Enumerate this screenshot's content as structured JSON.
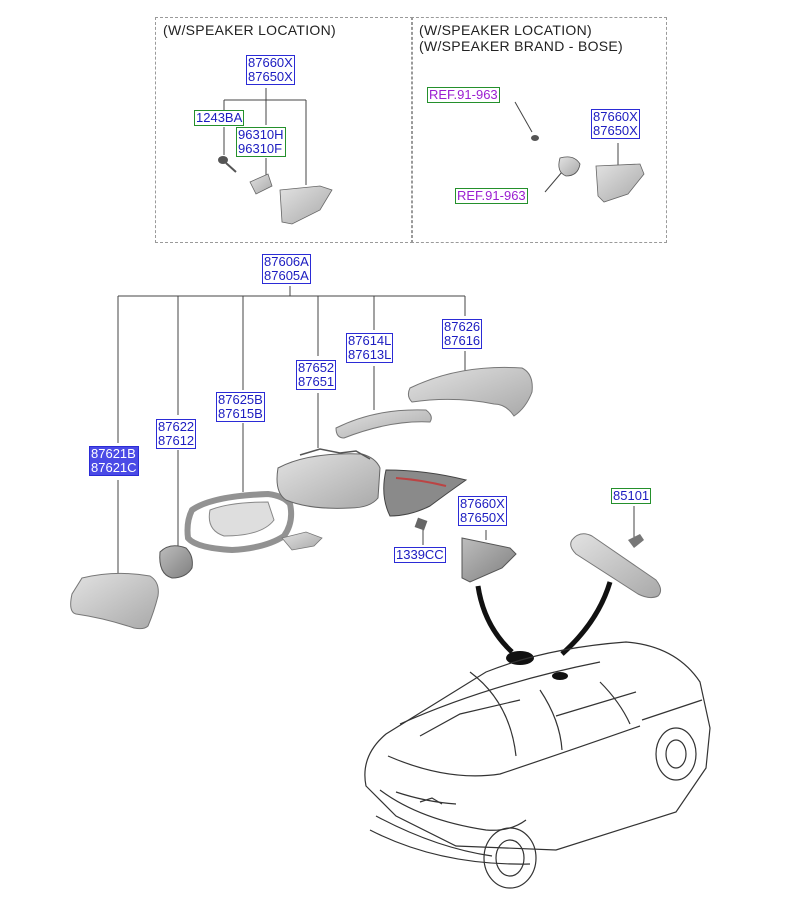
{
  "insets": {
    "left_title": "(W/SPEAKER LOCATION)",
    "right_title_1": "(W/SPEAKER LOCATION)",
    "right_title_2": "(W/SPEAKER BRAND - BOSE)"
  },
  "callouts": {
    "inset_left_top": [
      "87660X",
      "87650X"
    ],
    "inset_left_bolt": "1243BA",
    "inset_left_speaker": [
      "96310H",
      "96310F"
    ],
    "inset_right_ref_top": "REF.91-963",
    "inset_right_ref_bottom": "REF.91-963",
    "inset_right_cover": [
      "87660X",
      "87650X"
    ],
    "assembly": [
      "87606A",
      "87605A"
    ],
    "glass": [
      "87621B",
      "87621C"
    ],
    "actuator": [
      "87622",
      "87612"
    ],
    "holder": [
      "87625B",
      "87615B"
    ],
    "housing": [
      "87652",
      "87651"
    ],
    "lamp": [
      "87614L",
      "87613L"
    ],
    "scalp": [
      "87626",
      "87616"
    ],
    "screw": "1339CC",
    "cover": [
      "87660X",
      "87650X"
    ],
    "inside_mirror": "85101"
  },
  "colors": {
    "blue_box": "#2b2bd6",
    "green_box": "#24902c",
    "ref_text": "#9b1fd1",
    "part_fill": "#c9c9c9",
    "line": "#444444"
  }
}
